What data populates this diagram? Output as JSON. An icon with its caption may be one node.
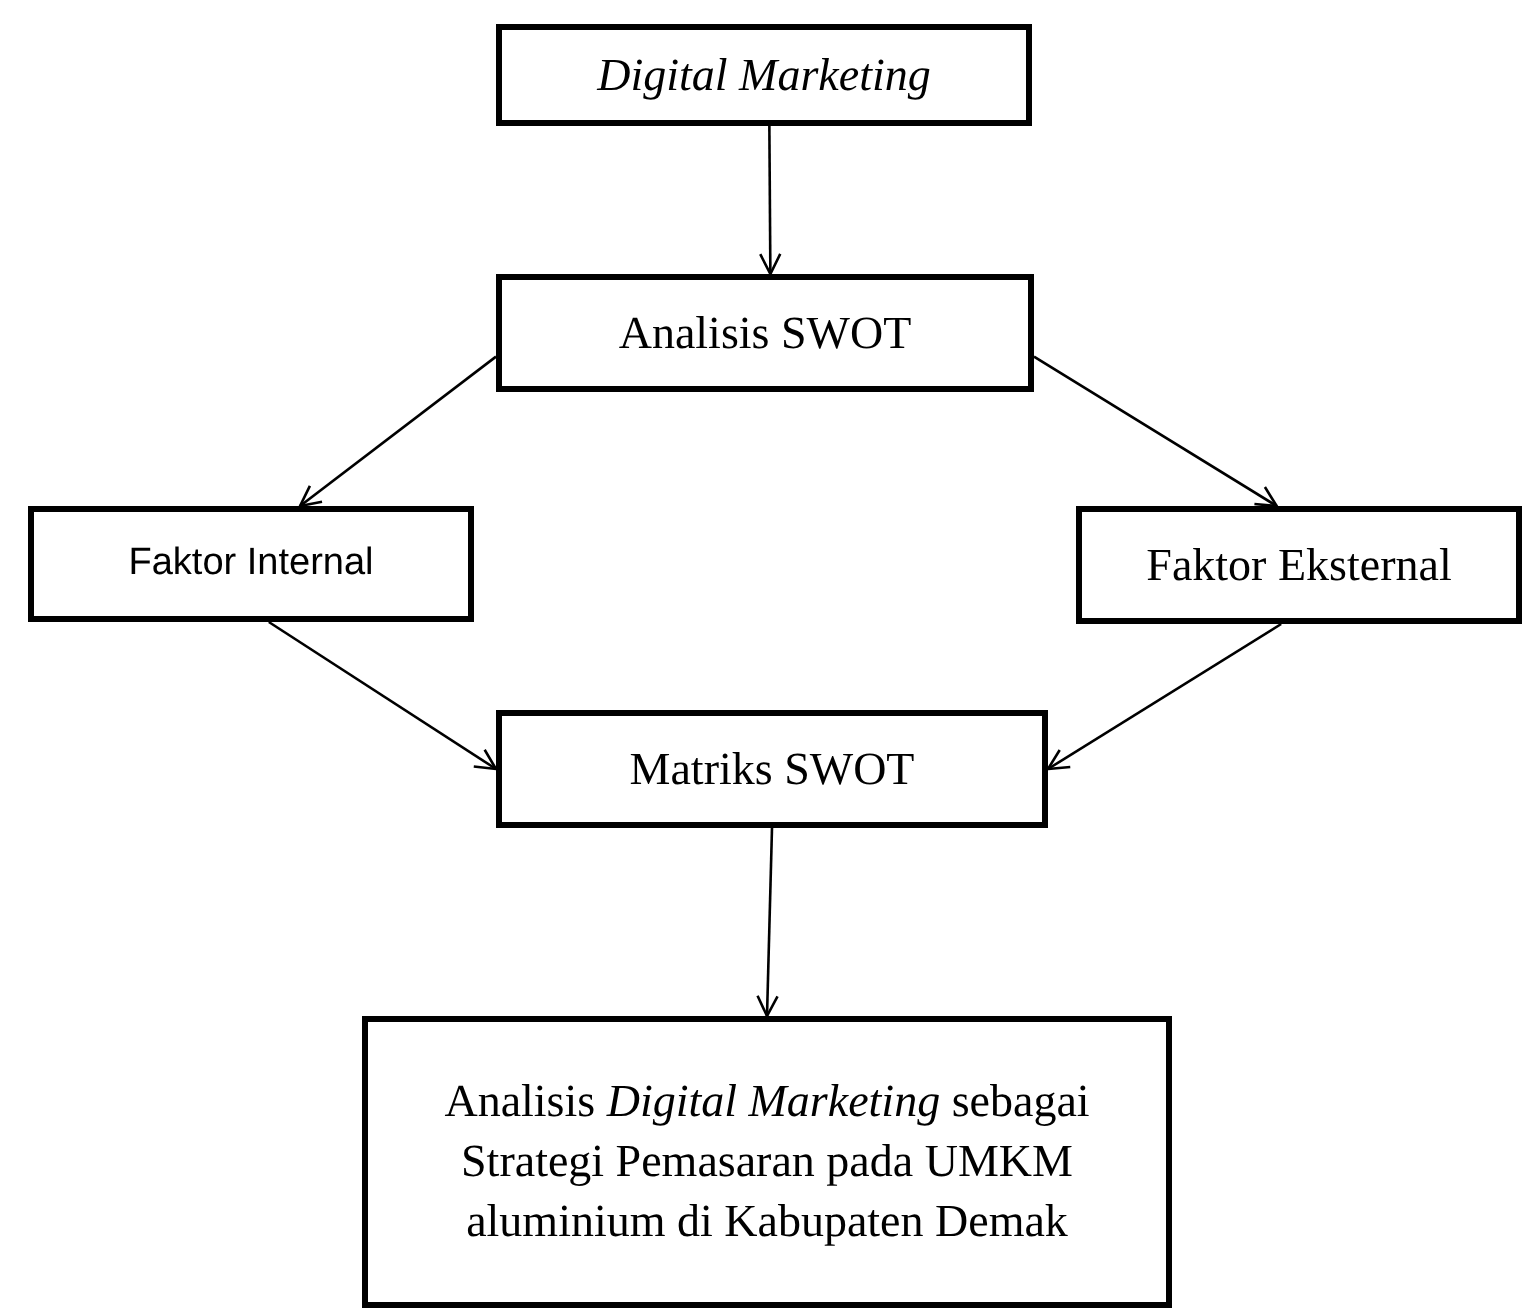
{
  "diagram": {
    "nodes": [
      {
        "text": [
          "Digital Marketing"
        ]
      },
      {
        "text": [
          "Analisis SWOT"
        ]
      },
      {
        "text": [
          "Faktor Internal"
        ]
      },
      {
        "text": [
          "Faktor Eksternal"
        ]
      },
      {
        "text": [
          "Matriks SWOT"
        ]
      },
      {
        "text": [
          "Analisis *Digital Marketing* sebagai Strategi Pemasaran pada UMKM aluminium di Kabupaten Demak"
        ]
      }
    ],
    "edges": [
      {
        "from": 0,
        "to": 1,
        "arrow": "to"
      },
      {
        "from": 1,
        "to": 2,
        "arrow": "to"
      },
      {
        "from": 1,
        "to": 3,
        "arrow": "to"
      },
      {
        "from": 2,
        "to": 4,
        "arrow": "to"
      },
      {
        "from": 3,
        "to": 4,
        "arrow": "to"
      },
      {
        "from": 4,
        "to": 5,
        "arrow": "to"
      }
    ]
  }
}
